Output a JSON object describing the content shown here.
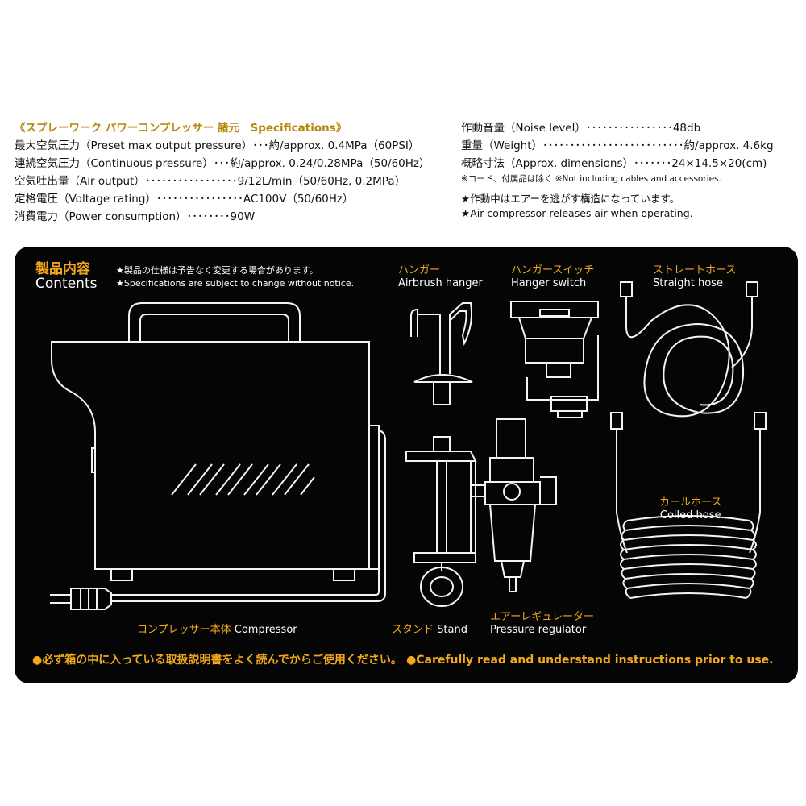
{
  "specs": {
    "title": "《スプレーワーク パワーコンプレッサー 諸元　Specifications》",
    "left": [
      "最大空気圧力（Preset max output pressure）･･･約/approx. 0.4MPa（60PSI）",
      "連続空気圧力（Continuous pressure）･･･約/approx. 0.24/0.28MPa（50/60Hz）",
      "空気吐出量（Air output）･････････････････9/12L/min（50/60Hz, 0.2MPa）",
      "定格電圧（Voltage rating）････････････････AC100V（50/60Hz）",
      "消費電力（Power consumption）････････90W"
    ],
    "right": [
      "作動音量（Noise level）････････････････48db",
      "重量（Weight）･･････････････････････････約/approx. 4.6kg",
      "概略寸法（Approx. dimensions）･･･････24×14.5×20(cm)"
    ],
    "right_note": "※コード、付属品は除く ※Not including cables and accessories.",
    "operating_jp": "★作動中はエアーを逃がす構造になっています。",
    "operating_en": "★Air compressor releases air when operating."
  },
  "contents": {
    "title_jp": "製品内容",
    "title_en": "Contents",
    "notice_jp": "★製品の仕様は予告なく変更する場合があります。",
    "notice_en": "★Specifications are subject to change without notice.",
    "items": {
      "hanger_jp": "ハンガー",
      "hanger_en": "Airbrush hanger",
      "switch_jp": "ハンガースイッチ",
      "switch_en": "Hanger switch",
      "straight_jp": "ストレートホース",
      "straight_en": "Straight hose",
      "coiled_jp": "カールホース",
      "coiled_en": "Coiled hose",
      "compressor_jp": "コンプレッサー本体",
      "compressor_en": "Compressor",
      "stand_jp": "スタンド",
      "stand_en": "Stand",
      "regulator_jp": "エアーレギュレーター",
      "regulator_en": "Pressure regulator"
    },
    "bottom_jp": "●必ず箱の中に入っている取扱説明書をよく読んでからご使用ください。",
    "bottom_en": "●Carefully read and understand instructions prior to use."
  }
}
